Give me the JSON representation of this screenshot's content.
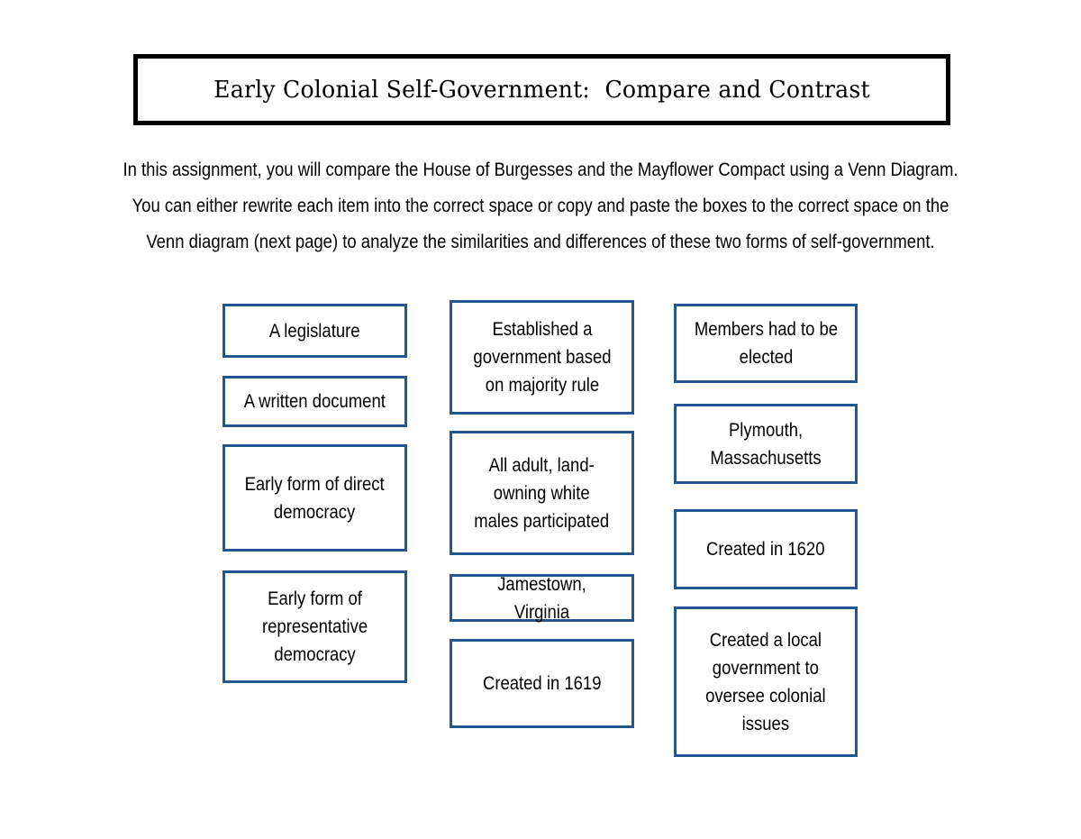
{
  "page": {
    "title_banner": "Early Colonial Self-Government:  Compare and Contrast",
    "accent_color": "#20588F",
    "banner_border_color": "#000000",
    "background_color": "#FFFFFF"
  },
  "instructions": {
    "line1": "In this assignment, you will compare the House of Burgesses and the Mayflower Compact using a Venn Diagram.",
    "line2": "You can either rewrite each item into the correct space or copy and paste the boxes to the correct space on the",
    "line3": "Venn diagram (next page) to analyze the similarities and differences of these two forms of self-government."
  },
  "columns": [
    {
      "name": "column-1",
      "items": [
        {
          "label": "A legislature"
        },
        {
          "label": "A written document"
        },
        {
          "label": "Early form of direct\ndemocracy"
        },
        {
          "label": "Early form of\nrepresentative\ndemocracy"
        }
      ]
    },
    {
      "name": "column-2",
      "items": [
        {
          "label": "Established a\ngovernment based\non majority rule"
        },
        {
          "label": "All adult, land-\nowning white\nmales participated"
        },
        {
          "label": "Jamestown, Virginia"
        },
        {
          "label": "Created in 1619"
        }
      ]
    },
    {
      "name": "column-3",
      "items": [
        {
          "label": "Members had to be\nelected"
        },
        {
          "label": "Plymouth,\nMassachusetts"
        },
        {
          "label": "Created in 1620"
        },
        {
          "label": "Created a local\ngovernment to\noversee colonial\nissues"
        }
      ]
    }
  ]
}
